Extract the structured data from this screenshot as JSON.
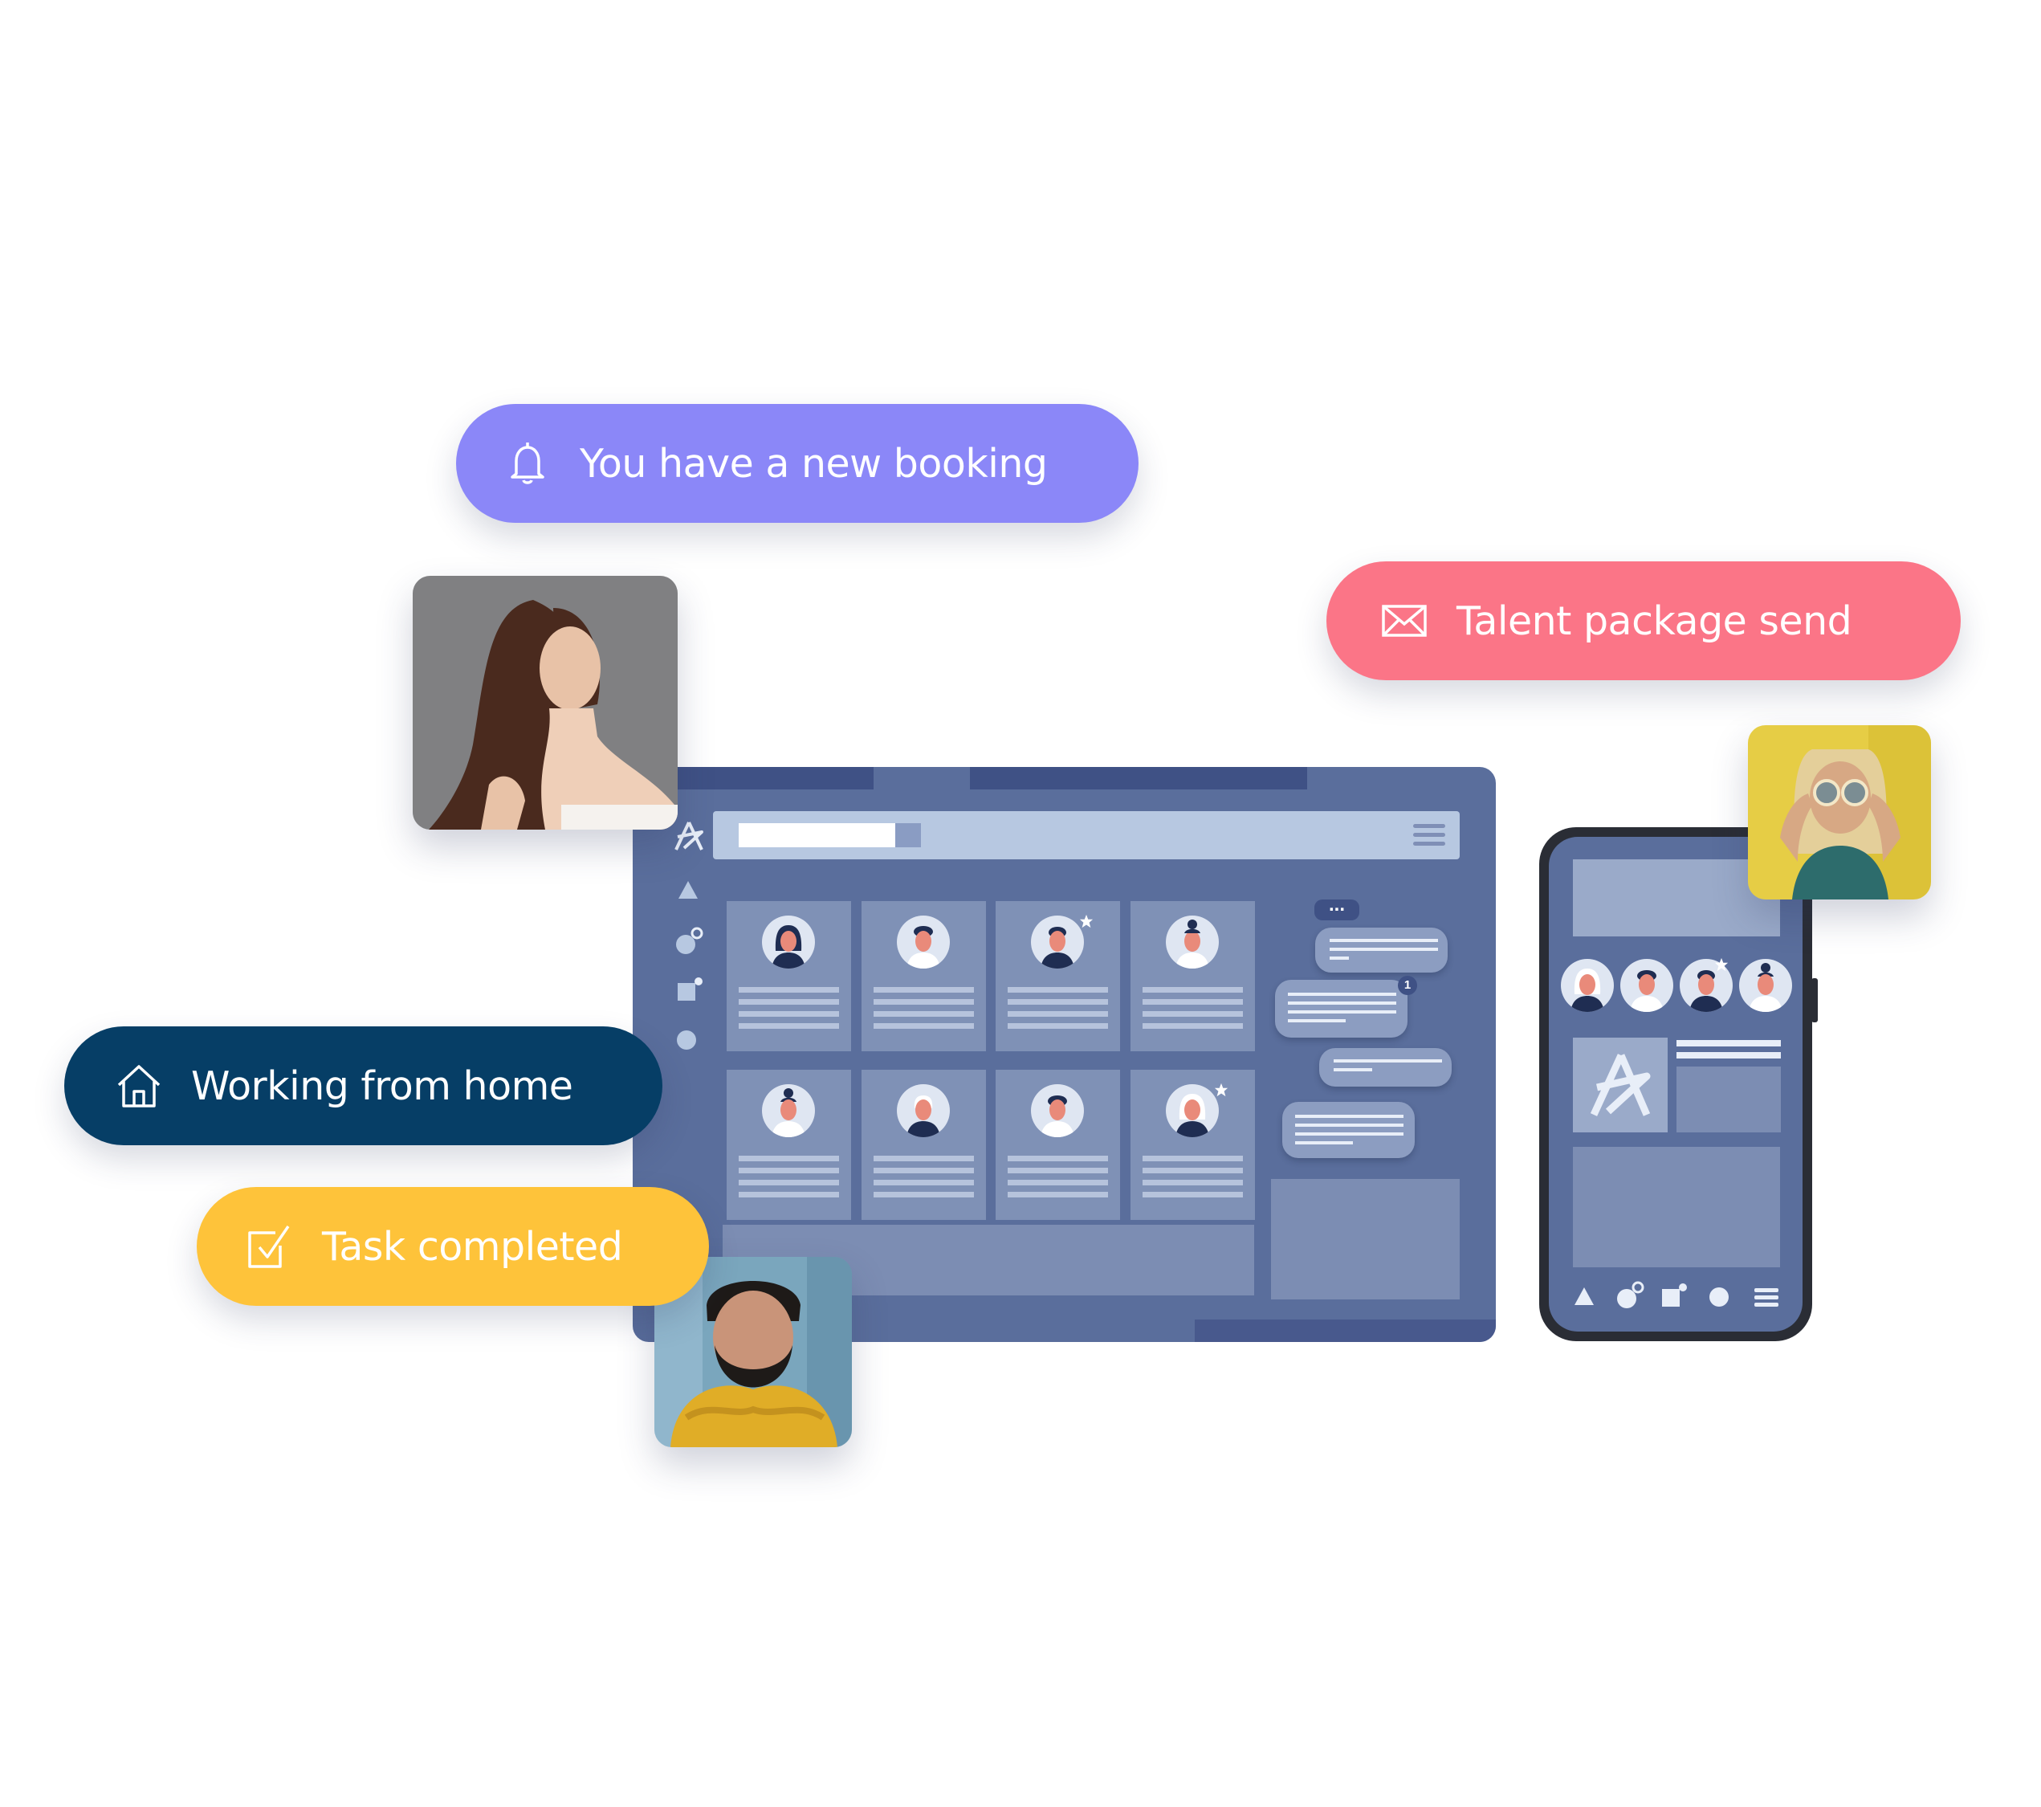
{
  "notifications": {
    "booking": {
      "text": "You have a new booking",
      "icon": "bell-icon",
      "color": "#8b87f8"
    },
    "talent": {
      "text": "Talent package send",
      "icon": "envelope-icon",
      "color": "#fb7587"
    },
    "home": {
      "text": "Working from home",
      "icon": "house-icon",
      "color": "#063e66"
    },
    "task": {
      "text": "Task completed",
      "icon": "checkbox-icon",
      "color": "#fec33a"
    }
  },
  "colors": {
    "screen": "#5a6e9c",
    "screen_dark": "#3f5185",
    "card": "#7f91b6",
    "search_bar": "#b7c8e1",
    "phone_frame": "#2a2d35"
  },
  "desktop": {
    "sidebar_icons": [
      "logo-icon",
      "triangle-icon",
      "circle-dot-icon",
      "square-dot-icon",
      "circle-icon"
    ],
    "chat_badge": "1",
    "typing_indicator": "..."
  },
  "phone": {
    "nav_icons": [
      "triangle-icon",
      "circle-dot-icon",
      "square-dot-icon",
      "circle-icon",
      "menu-icon"
    ]
  }
}
